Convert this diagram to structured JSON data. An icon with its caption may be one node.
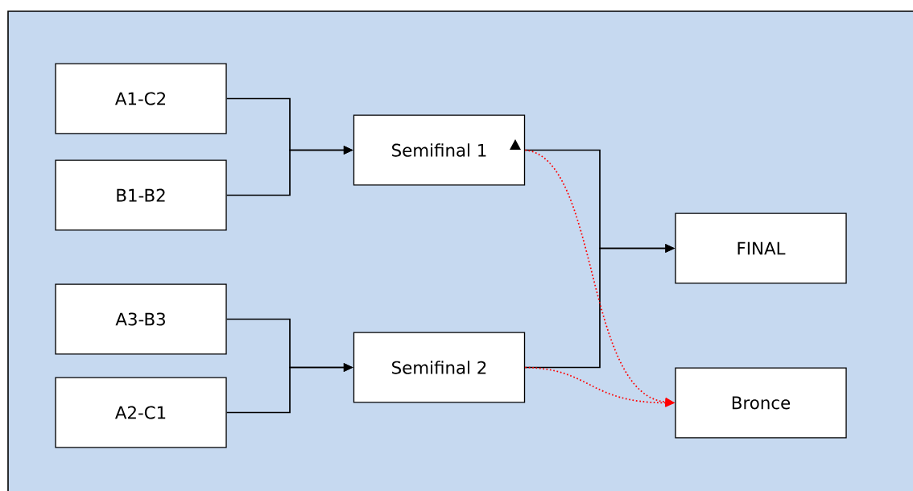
{
  "diagram": {
    "nodes": [
      {
        "text": [
          "A1-C2"
        ]
      },
      {
        "text": [
          "B1-B2"
        ]
      },
      {
        "text": [
          "A3-B3"
        ]
      },
      {
        "text": [
          "A2-C1"
        ]
      },
      {
        "text": [
          "Semifinal 1"
        ]
      },
      {
        "text": [
          "Semifinal 2"
        ]
      },
      {
        "text": [
          "FINAL"
        ]
      },
      {
        "text": [
          "Bronce"
        ]
      }
    ],
    "edges": [
      {
        "from": 0,
        "to": 4,
        "arrow": "to"
      },
      {
        "from": 1,
        "to": 4,
        "arrow": "to"
      },
      {
        "from": 2,
        "to": 5,
        "arrow": "to"
      },
      {
        "from": 3,
        "to": 5,
        "arrow": "to"
      },
      {
        "from": 4,
        "to": 6,
        "arrow": "to"
      },
      {
        "from": 5,
        "to": 6,
        "arrow": "to"
      },
      {
        "from": 4,
        "to": 7,
        "arrow": "to",
        "style": "dashed",
        "color": "#ff0000"
      },
      {
        "from": 5,
        "to": 7,
        "arrow": "to",
        "style": "dashed",
        "color": "#ff0000"
      }
    ]
  }
}
